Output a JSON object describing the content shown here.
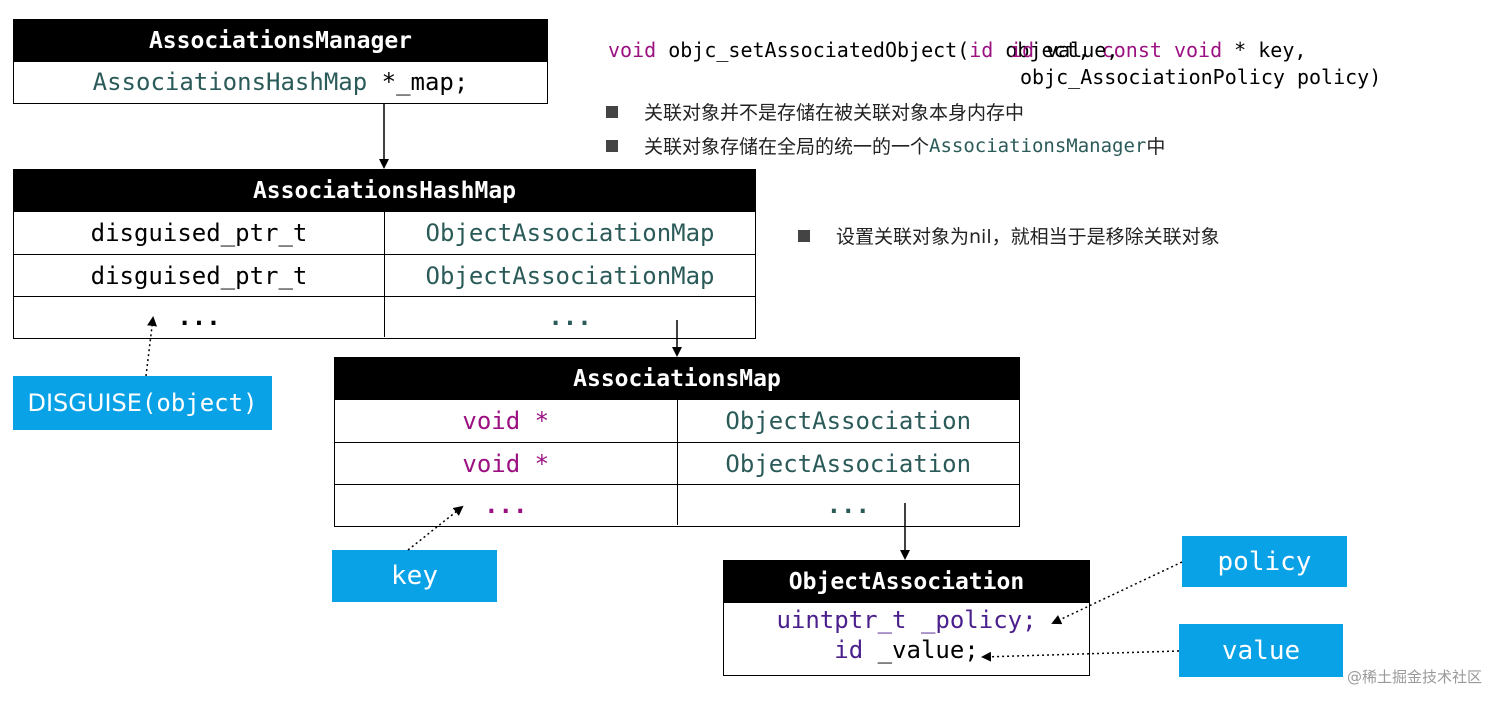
{
  "signature": {
    "line1_kw1": "void",
    "line1_fn": " objc_setAssociatedObject(",
    "line1_kw2": "id",
    "line1_mid": " object, ",
    "line1_kw3": "const void",
    "line1_end": " * key,",
    "line2_kw": "id",
    "line2_end": " value,",
    "line3": "objc_AssociationPolicy policy)"
  },
  "notes": {
    "note1": "关联对象并不是存储在被关联对象本身内存中",
    "note2_prefix": "关联对象存储在全局的统一的一个",
    "note2_code": "AssociationsManager",
    "note2_suffix": "中",
    "note3": "设置关联对象为nil，就相当于是移除关联对象"
  },
  "associations_manager": {
    "title": "AssociationsManager",
    "field_type": "AssociationsHashMap",
    "field_rest": " *_map;"
  },
  "associations_hash_map": {
    "title": "AssociationsHashMap",
    "rows": [
      [
        "disguised_ptr_t",
        "ObjectAssociationMap"
      ],
      [
        "disguised_ptr_t",
        "ObjectAssociationMap"
      ],
      [
        "...",
        "..."
      ]
    ]
  },
  "associations_map": {
    "title": "AssociationsMap",
    "rows": [
      [
        "void *",
        "ObjectAssociation"
      ],
      [
        "void *",
        "ObjectAssociation"
      ],
      [
        "...",
        "..."
      ]
    ]
  },
  "object_association": {
    "title": "ObjectAssociation",
    "line1": "uintptr_t _policy;",
    "line2_kw": "id",
    "line2_rest": " _value;"
  },
  "tags": {
    "disguise_prefix": "DISGUISE",
    "disguise_arg": "(object)",
    "key": "key",
    "policy": "policy",
    "value": "value"
  },
  "colors": {
    "tag_blue": "#0aa2e6",
    "keyword_purple": "#9c1182",
    "type_teal": "#2b5b59",
    "header_black": "#000000"
  },
  "watermark": "@稀土掘金技术社区"
}
